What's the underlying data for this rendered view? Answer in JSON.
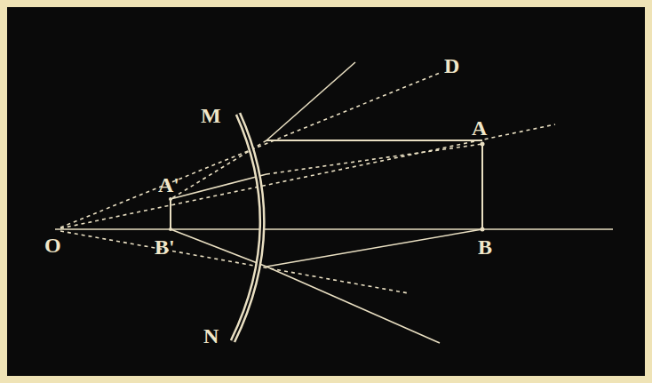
{
  "diagram": {
    "labels": [
      "M",
      "N",
      "A",
      "B",
      "A'",
      "B'",
      "O",
      "D"
    ]
  }
}
